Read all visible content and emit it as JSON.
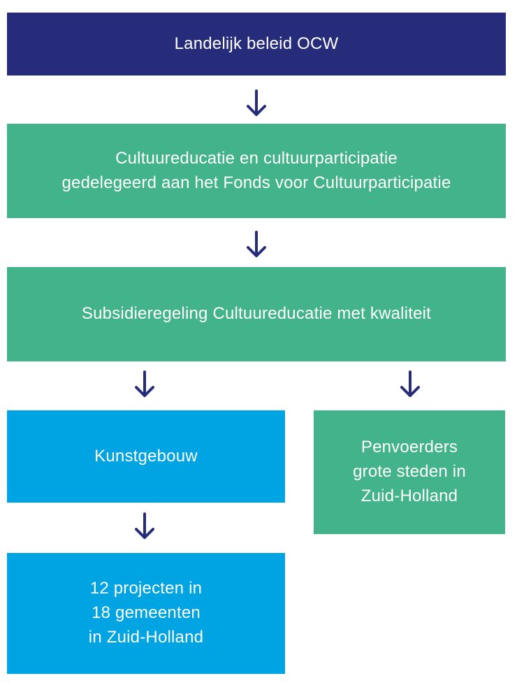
{
  "colors": {
    "navy": "#272c7a",
    "green": "#43b38c",
    "blue": "#00a4e3",
    "arrow": "#272c7a",
    "text": "#ffffff"
  },
  "boxes": {
    "ocw": {
      "label": "Landelijk beleid OCW"
    },
    "fonds": {
      "label": "Cultuureducatie en cultuurparticipatie\ngedelegeerd aan het Fonds voor Cultuurparticipatie"
    },
    "regeling": {
      "label": "Subsidieregeling Cultuureducatie met kwaliteit"
    },
    "kunstgebouw": {
      "label": "Kunstgebouw"
    },
    "penvoerders": {
      "label": "Penvoerders\ngrote steden in\nZuid-Holland"
    },
    "projecten": {
      "label": "12 projecten in\n18 gemeenten\nin Zuid-Holland"
    }
  },
  "arrows": {
    "icon": "arrow-down-icon"
  }
}
